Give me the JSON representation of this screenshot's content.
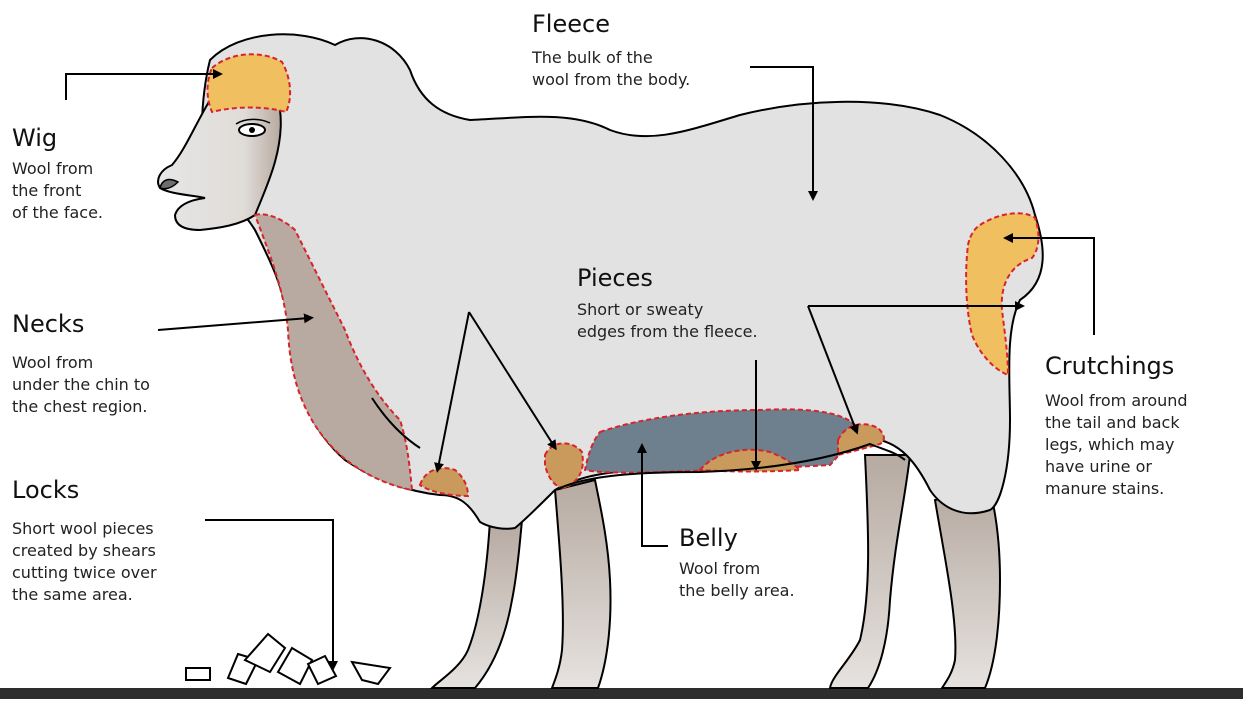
{
  "diagram": {
    "labels": {
      "fleece": {
        "title": "Fleece",
        "desc": "The bulk of the\nwool from the body."
      },
      "wig": {
        "title": "Wig",
        "desc": "Wool from\nthe front\nof the face."
      },
      "necks": {
        "title": "Necks",
        "desc": "Wool from\nunder the chin to\nthe chest region."
      },
      "locks": {
        "title": "Locks",
        "desc": "Short wool pieces\ncreated by shears\ncutting twice over\nthe same area."
      },
      "pieces": {
        "title": "Pieces",
        "desc": "Short or sweaty\nedges from the fleece."
      },
      "belly": {
        "title": "Belly",
        "desc": "Wool from\nthe belly area."
      },
      "crutchings": {
        "title": "Crutchings",
        "desc": "Wool from around\nthe tail and back\nlegs, which may\nhave urine or\nmanure stains."
      }
    },
    "colors": {
      "fleece": "#e2e2e2",
      "wig": "#f0c060",
      "necks": "#b8aaa0",
      "belly": "#6e7f8e",
      "pieces": "#c99a5c",
      "crutchings": "#f0c060",
      "legs": "#c3b9b1",
      "ground": "#2d2d2d",
      "outline": "#000000",
      "region_border": "#d9232b"
    }
  }
}
